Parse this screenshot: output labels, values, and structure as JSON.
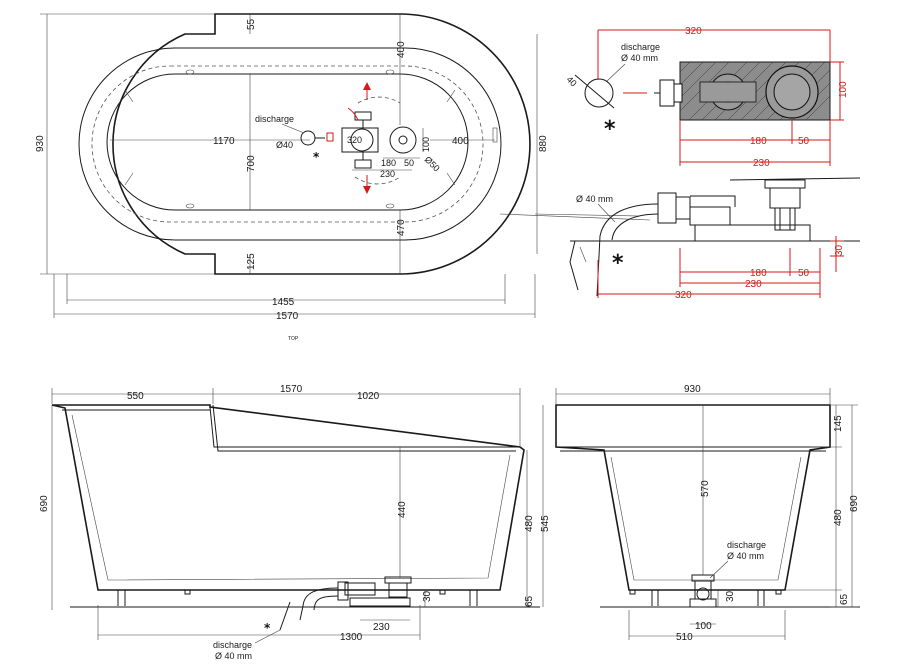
{
  "top_view": {
    "label": "TOP",
    "dims": {
      "d55": "55",
      "d400a": "400",
      "d700": "700",
      "d470": "470",
      "d125": "125",
      "d1170": "1170",
      "d400b": "400",
      "d880": "880",
      "d930": "930",
      "d1455": "1455",
      "d1570": "1570",
      "d320": "320",
      "d100": "100",
      "d180": "180",
      "d50": "50",
      "d230": "230",
      "d40": "Ø40",
      "d50b": "Ø50"
    },
    "discharge": "discharge"
  },
  "detail_top": {
    "d320": "320",
    "d100": "100",
    "d180": "180",
    "d50": "50",
    "d230": "230",
    "d40": "40",
    "discharge": "discharge",
    "diameter": "Ø 40 mm"
  },
  "detail_side": {
    "diameter": "Ø 40 mm",
    "d180": "180",
    "d50": "50",
    "d230": "230",
    "d320": "320",
    "d30": "30"
  },
  "front_view": {
    "d1570": "1570",
    "d550": "550",
    "d1020": "1020",
    "d690": "690",
    "d440": "440",
    "d480": "480",
    "d545": "545",
    "d65": "65",
    "d30": "30",
    "d230": "230",
    "d1300": "1300",
    "discharge": "discharge",
    "diameter": "Ø 40 mm"
  },
  "side_view": {
    "d930": "930",
    "d570": "570",
    "d145": "145",
    "d480": "480",
    "d690": "690",
    "d65": "65",
    "d30": "30",
    "d100": "100",
    "d510": "510",
    "discharge": "discharge",
    "diameter": "Ø 40 mm"
  },
  "marker": "*"
}
